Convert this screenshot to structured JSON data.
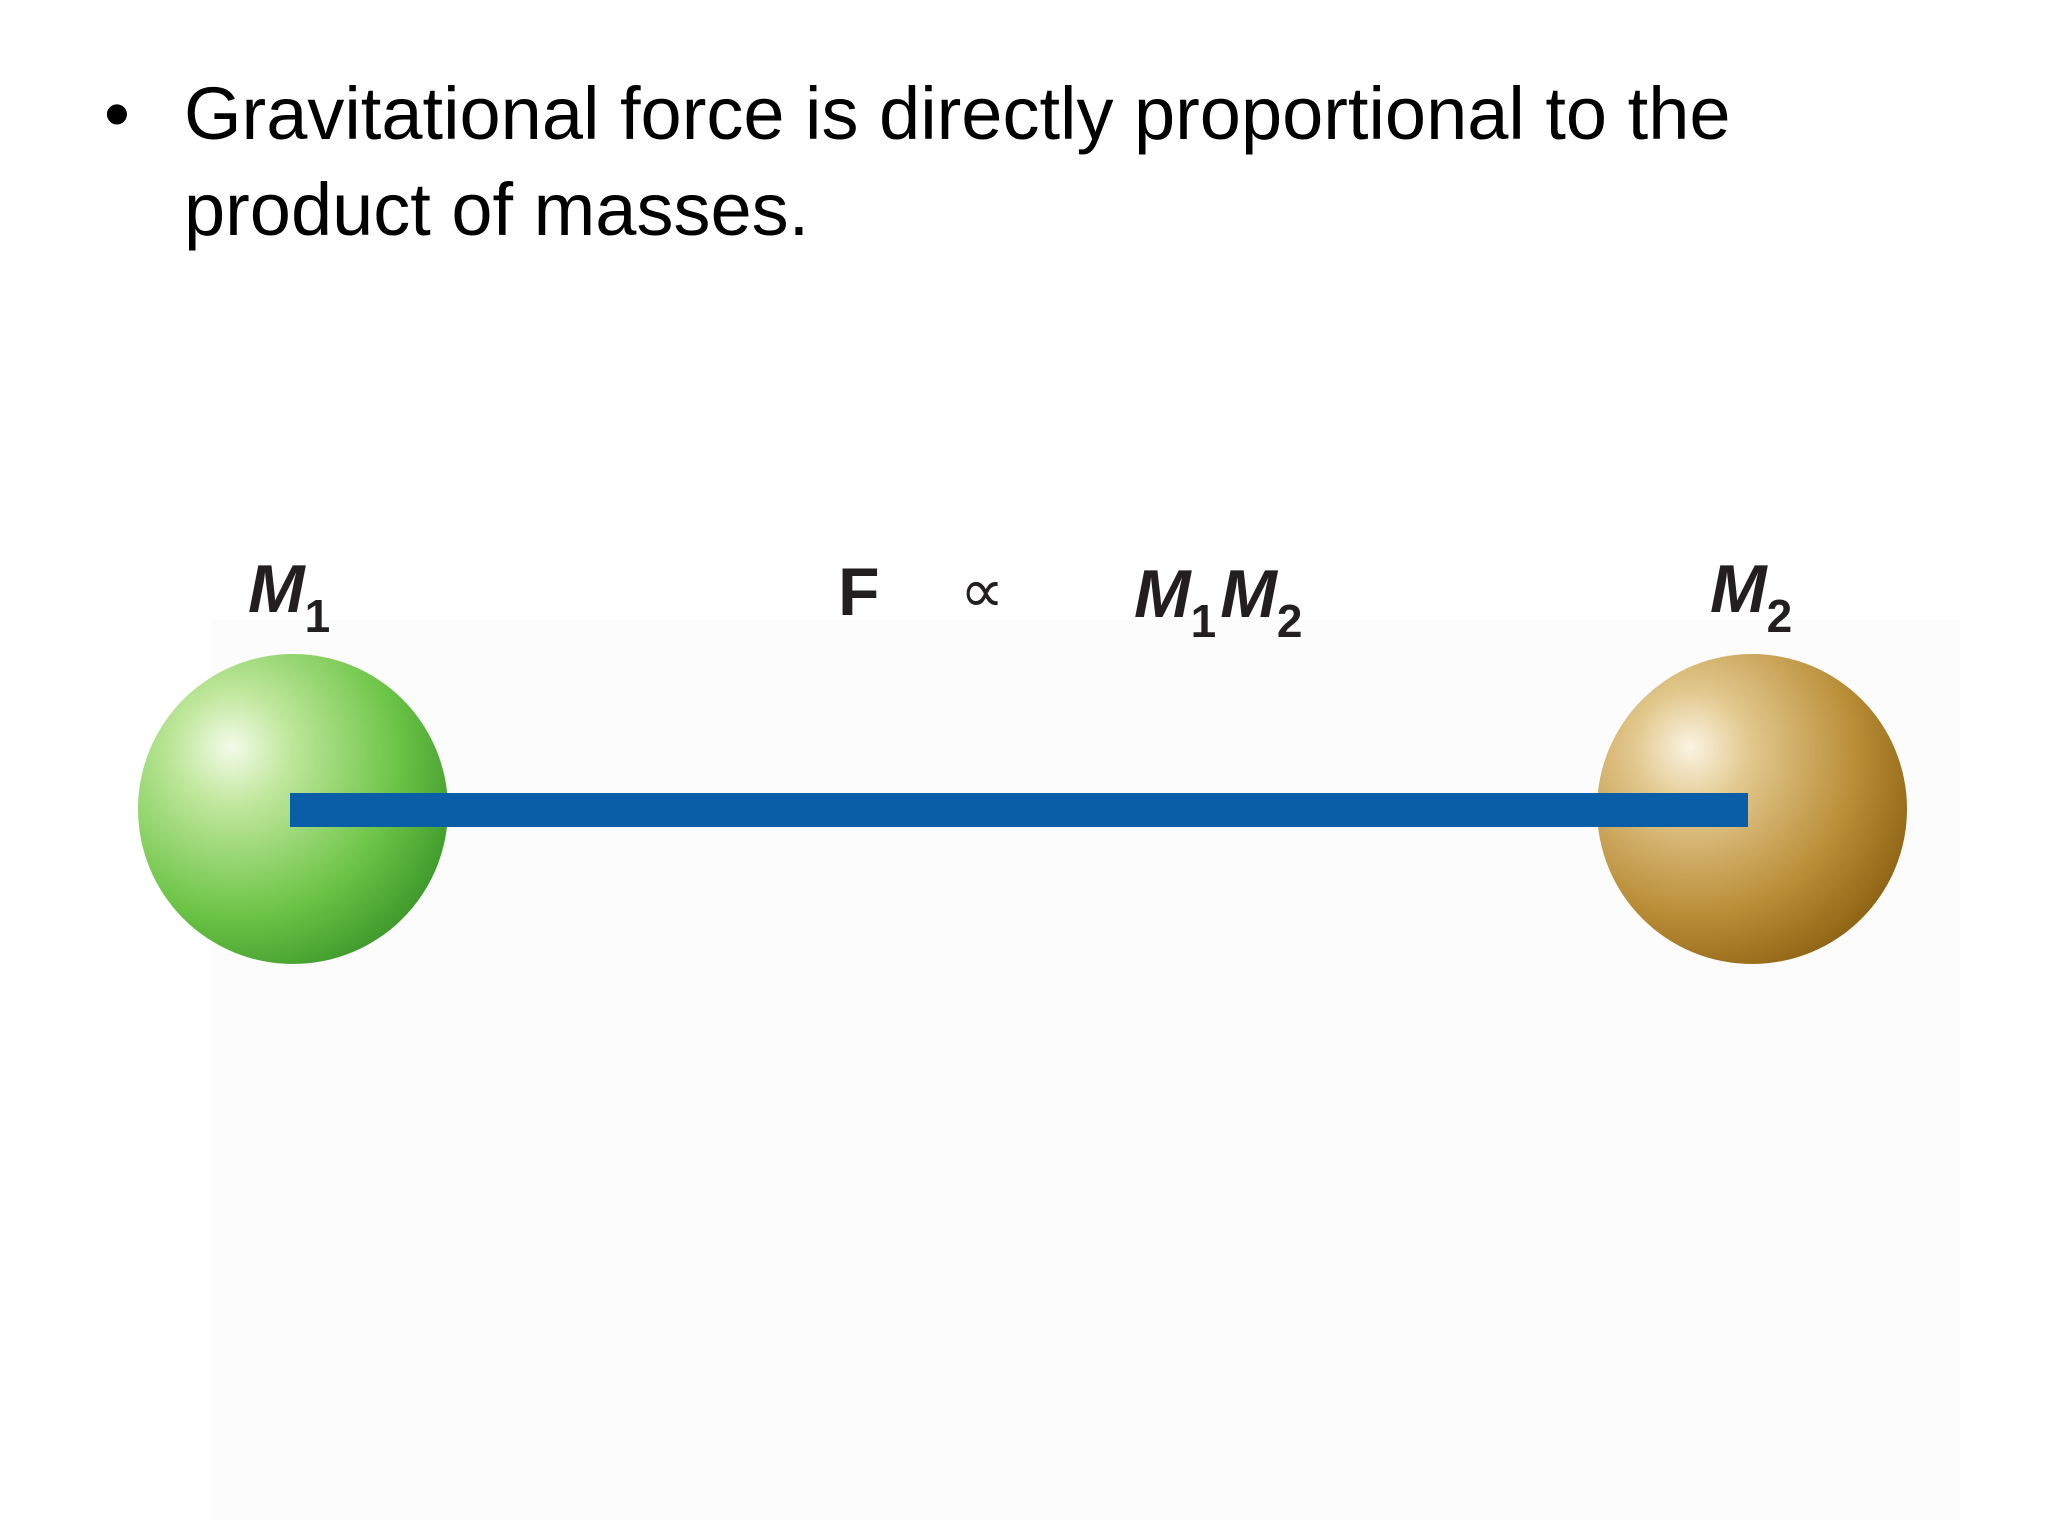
{
  "slide": {
    "bullet_marker": "•",
    "bullet_text": "Gravitational force is directly proportional to the product of masses."
  },
  "diagram": {
    "mass1": {
      "symbol": "M",
      "subscript": "1",
      "color": "#5cb83a"
    },
    "mass2": {
      "symbol": "M",
      "subscript": "2",
      "color": "#b8892e"
    },
    "equation": {
      "force": "F",
      "relation": "∝",
      "m1_symbol": "M",
      "m1_subscript": "1",
      "m2_symbol": "M",
      "m2_subscript": "2"
    },
    "connector_color": "#0a5ea8"
  }
}
